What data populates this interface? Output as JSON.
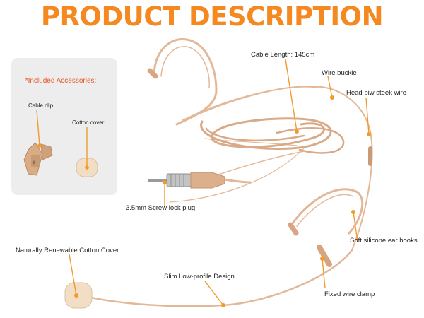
{
  "title": "PRODUCT DESCRIPTION",
  "colors": {
    "title": "#F5881F",
    "accent": "#F39A2B",
    "accessory_title": "#E8572A",
    "skin": "#E2B898",
    "panel": "#EDEDED"
  },
  "accessories": {
    "title": "*Included Accessories:",
    "cable_clip": "Cable clip",
    "cotton_cover": "Cotton cover"
  },
  "labels": {
    "cable_length": "Cable Length: 145cm",
    "wire_buckle": "Wire buckle",
    "head_wire": "Head biw steek wire",
    "screw_plug": "3.5mm Screw lock plug",
    "ear_hooks": "Soft silicone ear hooks",
    "cotton_cover": "Naturally Renewable Cotton Cover",
    "slim_design": "Slim Low-profile Design",
    "wire_clamp": "Fixed wire clamp"
  }
}
